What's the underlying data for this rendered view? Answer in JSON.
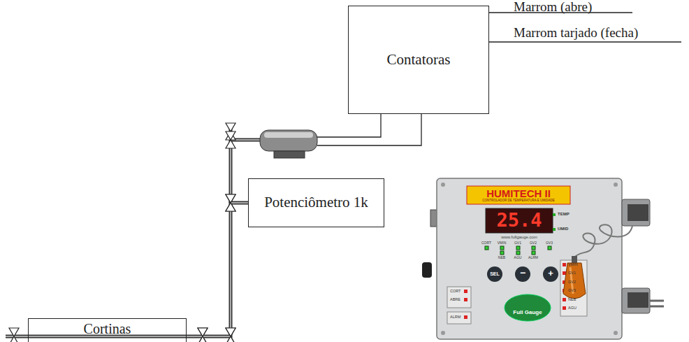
{
  "diagram": {
    "nodes": [
      {
        "text": [
          "Contatoras"
        ]
      },
      {
        "text": [
          "Potenciômetro 1k"
        ]
      },
      {
        "text": [
          "Cortinas"
        ]
      }
    ],
    "edges": [
      {
        "from": 1,
        "to": 2,
        "arrow": "none"
      }
    ],
    "labels": [
      "Marrom (abre)",
      "Marrom tarjado (fecha)",
      "HUMITECH II",
      "CONTROLADOR DE TEMPERATURA E UMIDADE",
      "25.4",
      "TEMP",
      "UMID",
      "www.fullgauge.com",
      "CORT",
      "VMIN",
      "GV1",
      "GV2",
      "GV3",
      "NEB",
      "AGU",
      "ALRM",
      "SEL",
      "−",
      "+",
      "CORT",
      "ABRE",
      "ALRM",
      "VMIN",
      "GV1",
      "GV2",
      "GV3",
      "NEB",
      "AGU",
      "Full Gauge"
    ]
  }
}
